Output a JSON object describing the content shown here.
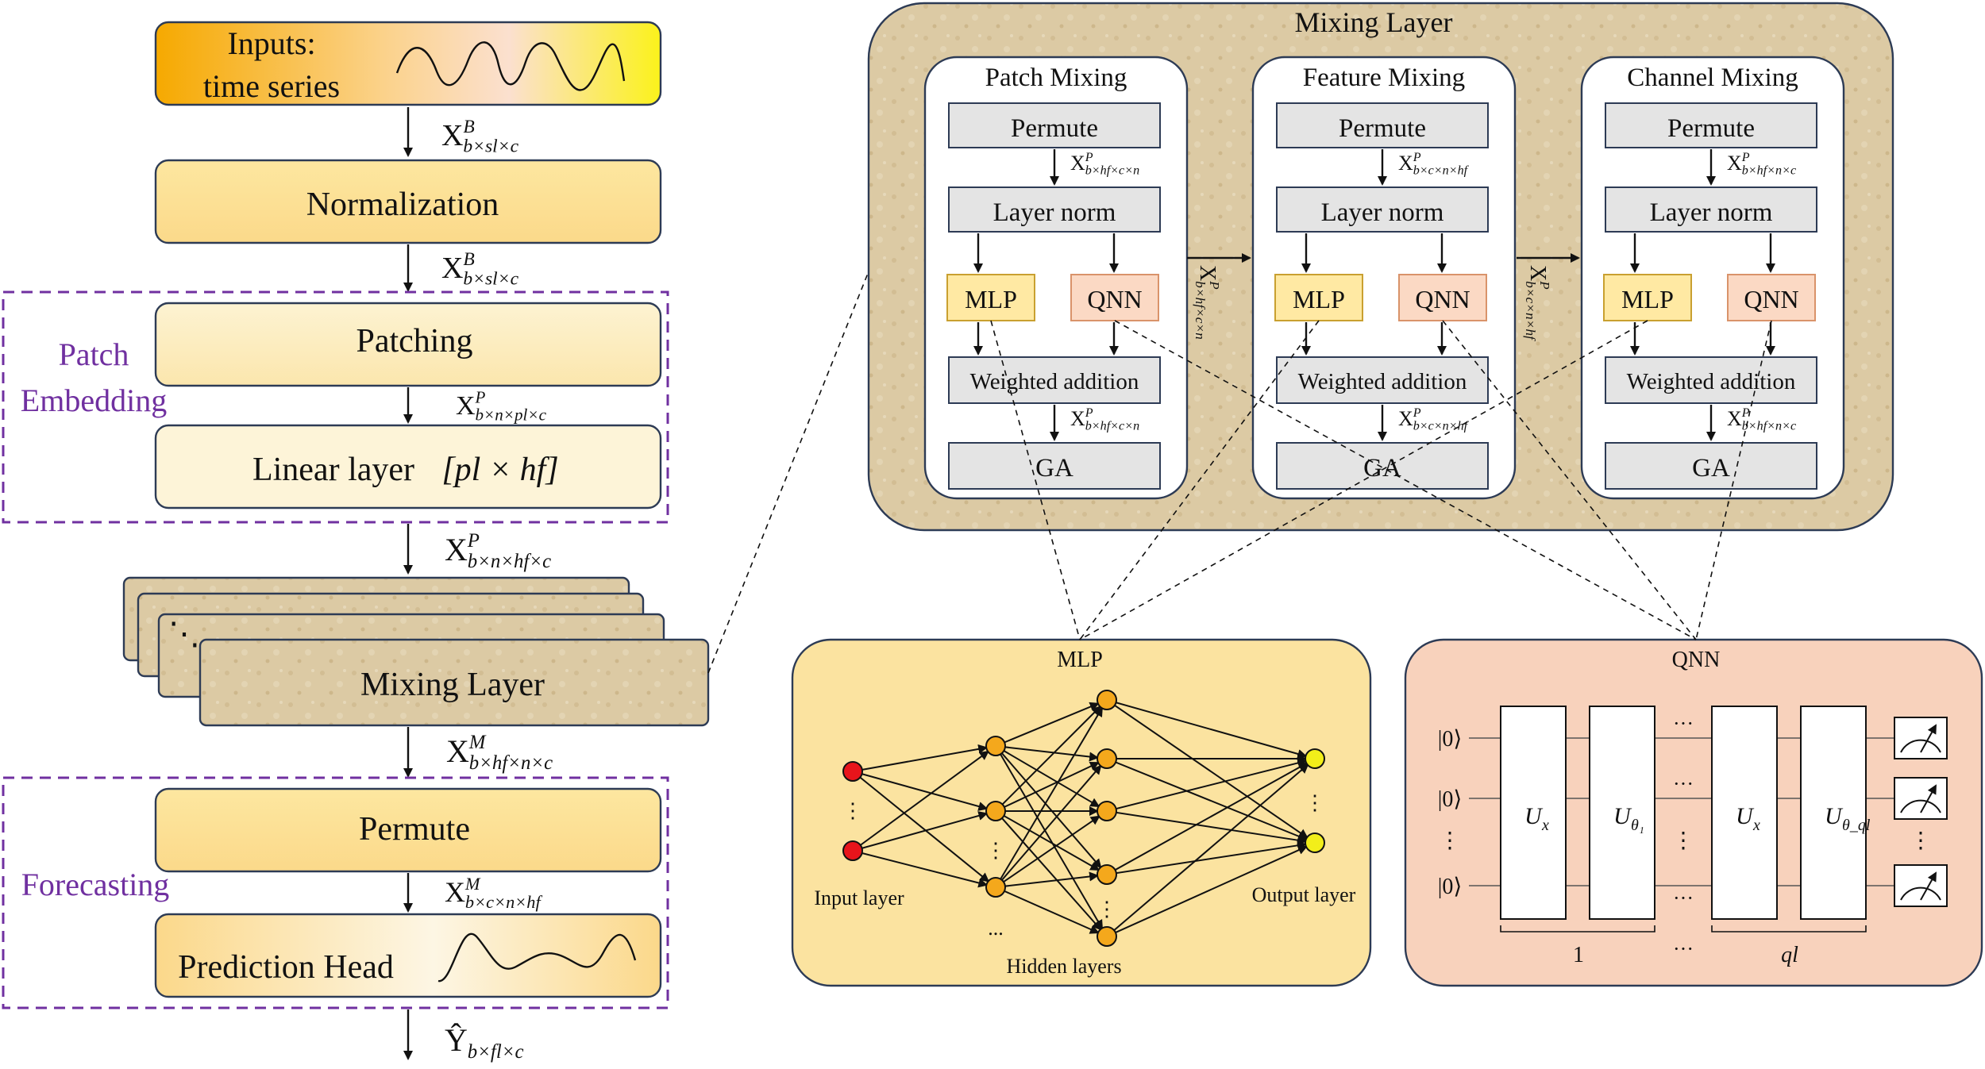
{
  "pipeline": {
    "inputs_line1": "Inputs:",
    "inputs_line2": "time series",
    "normalization": "Normalization",
    "patching": "Patching",
    "linear_layer": "Linear layer",
    "linear_dims": "[pl × hf]",
    "patch_embedding_line1": "Patch",
    "patch_embedding_line2": "Embedding",
    "mixing_layer": "Mixing  Layer",
    "ellipsis": "⋱",
    "permute": "Permute",
    "prediction_head": "Prediction Head",
    "forecasting": "Forecasting",
    "shapes": {
      "x_in": {
        "base": "X",
        "sup": "B",
        "sub": "b×sl×c"
      },
      "x_norm": {
        "base": "X",
        "sup": "B",
        "sub": "b×sl×c"
      },
      "x_patch": {
        "base": "X",
        "sup": "P",
        "sub": "b×n×pl×c"
      },
      "x_embed": {
        "base": "X",
        "sup": "P",
        "sub": "b×n×hf×c"
      },
      "x_mix": {
        "base": "X",
        "sup": "M",
        "sub": "b×hf×n×c"
      },
      "x_perm": {
        "base": "X",
        "sup": "M",
        "sub": "b×c×n×hf"
      },
      "y_out": {
        "base": "Ŷ",
        "sup": "",
        "sub": "b×fl×c"
      }
    }
  },
  "mixing_layer_panel": {
    "title": "Mixing  Layer",
    "blocks": [
      {
        "title": "Patch Mixing",
        "permute": "Permute",
        "layer_norm": "Layer norm",
        "mlp": "MLP",
        "qnn": "QNN",
        "weighted_addition": "Weighted addition",
        "ga": "GA",
        "shape_top": {
          "base": "X",
          "sup": "P",
          "sub": "b×hf×c×n"
        },
        "shape_bottom": {
          "base": "X",
          "sup": "P",
          "sub": "b×hf×c×n"
        }
      },
      {
        "title": "Feature Mixing",
        "permute": "Permute",
        "layer_norm": "Layer norm",
        "mlp": "MLP",
        "qnn": "QNN",
        "weighted_addition": "Weighted addition",
        "ga": "GA",
        "shape_top": {
          "base": "X",
          "sup": "P",
          "sub": "b×c×n×hf"
        },
        "shape_bottom": {
          "base": "X",
          "sup": "P",
          "sub": "b×c×n×hf"
        }
      },
      {
        "title": "Channel Mixing",
        "permute": "Permute",
        "layer_norm": "Layer norm",
        "mlp": "MLP",
        "qnn": "QNN",
        "weighted_addition": "Weighted addition",
        "ga": "GA",
        "shape_top": {
          "base": "X",
          "sup": "P",
          "sub": "b×hf×n×c"
        },
        "shape_bottom": {
          "base": "X",
          "sup": "P",
          "sub": "b×hf×n×c"
        }
      }
    ],
    "between_shapes": [
      {
        "base": "X",
        "sup": "P",
        "sub": "b×hf×c×n"
      },
      {
        "base": "X",
        "sup": "P",
        "sub": "b×c×n×hf"
      }
    ]
  },
  "mlp_panel": {
    "title": "MLP",
    "input_label": "Input layer",
    "hidden_label": "Hidden layers",
    "output_label": "Output layer",
    "colors": {
      "input": "#e8141b",
      "hidden": "#f4a81c",
      "output": "#f2ee1a"
    }
  },
  "qnn_panel": {
    "title": "QNN",
    "ket": "|0⟩",
    "gates": [
      {
        "base": "U",
        "sub": "x"
      },
      {
        "base": "U",
        "sub": "θ₁"
      },
      {
        "base": "U",
        "sub": "x"
      },
      {
        "base": "U",
        "sub": "θ_ql"
      }
    ],
    "group_label_1": "1",
    "group_label_2": "ql",
    "dots_h": "···",
    "dots_v": "⋮"
  },
  "colors": {
    "yellow_box": "#fde9a6",
    "light_box": "#fdf1c8",
    "gray_box": "#e4e4e4",
    "mlp_box": "#ffe9a3",
    "qnn_box": "#fbd9c4",
    "purple_label": "#7030a0",
    "parchment": "#d9c7a2",
    "mlp_panel_bg": "#fbe3a0",
    "qnn_panel_bg": "#f8d2bc"
  }
}
